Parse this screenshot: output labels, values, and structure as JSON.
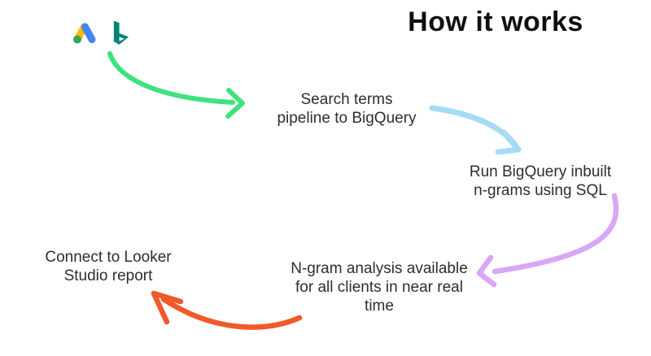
{
  "title": "How it works",
  "logos": {
    "google_ads": {
      "name": "Google Ads",
      "yellow": "#fbbc04",
      "blue": "#4285f4",
      "green": "#34a853"
    },
    "bing": {
      "name": "Bing",
      "teal": "#008373"
    }
  },
  "steps": [
    {
      "id": "pipeline",
      "lines": [
        "Search terms",
        "pipeline to BigQuery"
      ]
    },
    {
      "id": "ngrams",
      "lines": [
        "Run BigQuery inbuilt",
        "n-grams using SQL"
      ]
    },
    {
      "id": "analysis",
      "lines": [
        "N-gram analysis available",
        "for all clients in near real",
        "time"
      ]
    },
    {
      "id": "looker",
      "lines": [
        "Connect to Looker",
        "Studio report"
      ]
    }
  ],
  "arrows": [
    {
      "name": "ads-to-pipeline",
      "color": "#40e27e"
    },
    {
      "name": "pipeline-to-ngrams",
      "color": "#a7dbf5"
    },
    {
      "name": "ngrams-to-analysis",
      "color": "#d8a7f5"
    },
    {
      "name": "analysis-to-looker",
      "color": "#f1592b"
    }
  ],
  "text_color": "#2e2e2e"
}
